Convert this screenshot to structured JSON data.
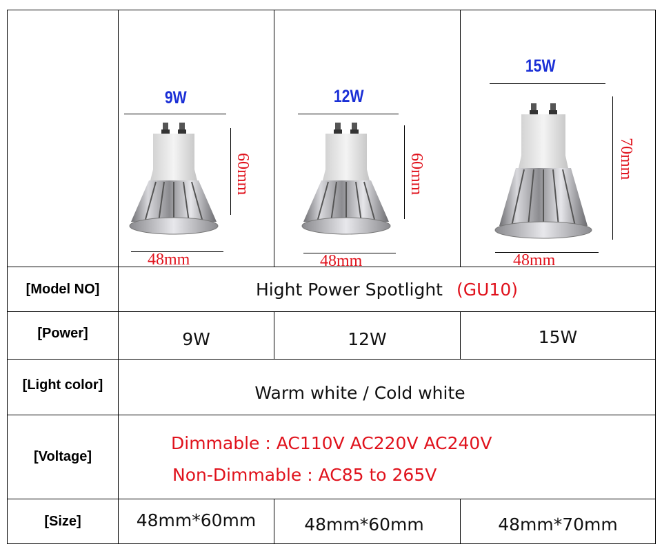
{
  "products": [
    {
      "watt": "9W",
      "width": "48mm",
      "height": "60mm"
    },
    {
      "watt": "12W",
      "width": "48mm",
      "height": "60mm"
    },
    {
      "watt": "15W",
      "width": "48mm",
      "height": "70mm"
    }
  ],
  "rows": {
    "model": {
      "label": "[Model NO]",
      "value": "Hight Power Spotlight",
      "suffix": "(GU10)"
    },
    "power": {
      "label": "[Power]",
      "values": [
        "9W",
        "12W",
        "15W"
      ]
    },
    "light": {
      "label": "[Light color]",
      "value": "Warm white / Cold white"
    },
    "voltage": {
      "label": "[Voltage]",
      "line1": "Dimmable : AC110V AC220V AC240V",
      "line2": "Non-Dimmable : AC85  to 265V"
    },
    "size": {
      "label": "[Size]",
      "values": [
        "48mm*60mm",
        "48mm*60mm",
        "48mm*70mm"
      ]
    }
  },
  "colors": {
    "accent_red": "#e0121c",
    "watt_blue": "#1a2fd6",
    "border": "#000000"
  }
}
